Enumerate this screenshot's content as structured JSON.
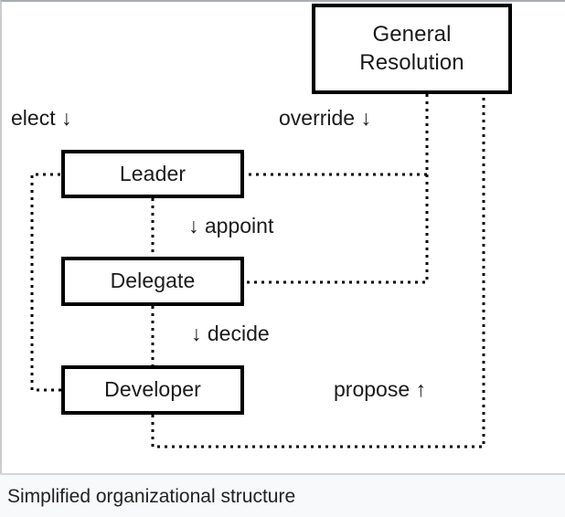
{
  "figure": {
    "caption": "Simplified organizational structure",
    "colors": {
      "node_border": "#000000",
      "node_fill": "#ffffff",
      "edge": "#000000",
      "text": "#1a1a1a",
      "caption_background": "#f8f9fa",
      "frame_border": "#c8ccd1"
    }
  },
  "diagram": {
    "type": "flowchart",
    "nodes": [
      {
        "id": "general-resolution",
        "label": "General\nResolution",
        "line1": "General",
        "line2": "Resolution"
      },
      {
        "id": "leader",
        "label": "Leader"
      },
      {
        "id": "delegate",
        "label": "Delegate"
      },
      {
        "id": "developer",
        "label": "Developer"
      }
    ],
    "edges": [
      {
        "id": "elect",
        "from": "developer",
        "to": "leader",
        "label": "elect ↓",
        "style": "dotted"
      },
      {
        "id": "appoint",
        "from": "leader",
        "to": "delegate",
        "label": "↓ appoint",
        "style": "dotted"
      },
      {
        "id": "decide",
        "from": "delegate",
        "to": "developer",
        "label": "↓ decide",
        "style": "dotted"
      },
      {
        "id": "override",
        "from": "general-resolution",
        "to": "leader",
        "label": "override ↓",
        "style": "dotted"
      },
      {
        "id": "override-delegate",
        "from": "general-resolution",
        "to": "delegate",
        "label": "",
        "style": "dotted"
      },
      {
        "id": "propose",
        "from": "developer",
        "to": "general-resolution",
        "label": "propose ↑",
        "style": "dotted"
      }
    ]
  }
}
